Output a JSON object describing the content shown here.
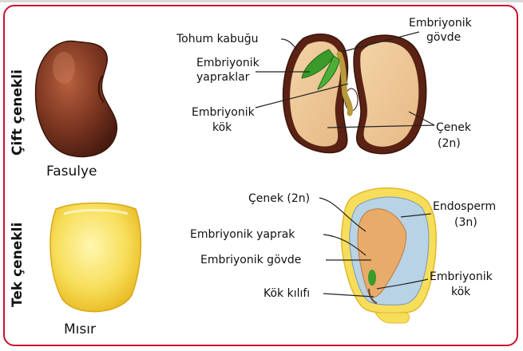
{
  "sections": {
    "dicot": "Çift çenekli",
    "monocot": "Tek çenekli"
  },
  "captions": {
    "bean": "Fasulye",
    "corn": "Mısır"
  },
  "dicot_labels": {
    "seed_coat": "Tohum kabuğu",
    "embryonic_leaves_1": "Embriyonik",
    "embryonic_leaves_2": "yapraklar",
    "embryonic_root_1": "Embriyonik",
    "embryonic_root_2": "kök",
    "embryonic_stem_1": "Embriyonik",
    "embryonic_stem_2": "gövde",
    "cotyledon_1": "Çenek",
    "cotyledon_2": "(2n)"
  },
  "monocot_labels": {
    "cotyledon": "Çenek (2n)",
    "embryonic_leaf": "Embriyonik yaprak",
    "embryonic_stem": "Embriyonik gövde",
    "root_sheath": "Kök kılıfı",
    "endosperm_1": "Endosperm",
    "endosperm_2": "(3n)",
    "embryonic_root_1": "Embriyonik",
    "embryonic_root_2": "kök"
  }
}
